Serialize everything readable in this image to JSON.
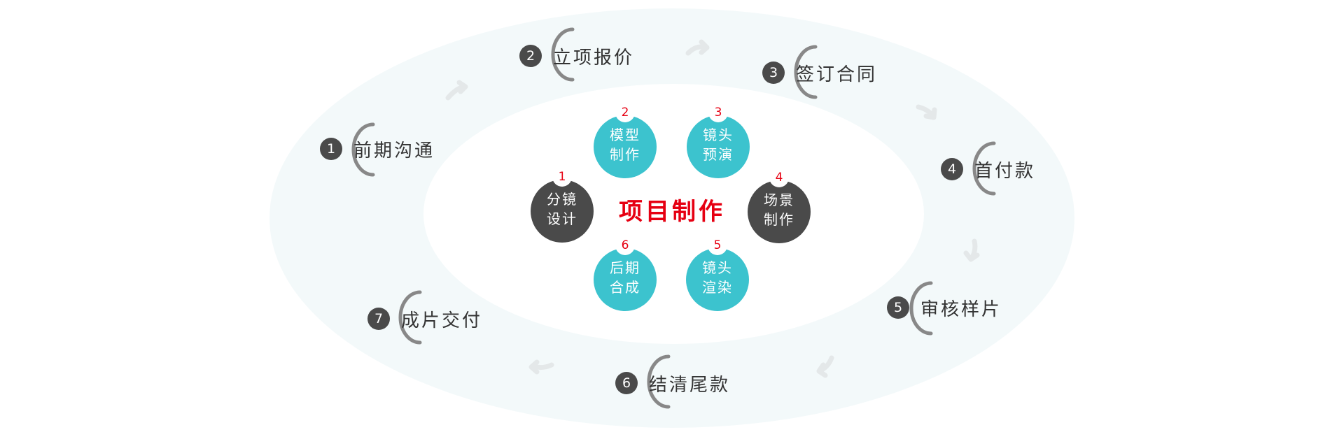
{
  "colors": {
    "accent": "#e60012",
    "teal": "#3cc3ce",
    "dark": "#4a4a4a",
    "ring": "#f3f9fa"
  },
  "center_title": "项目制作",
  "steps": [
    {
      "num": "1",
      "label": "前期沟通"
    },
    {
      "num": "2",
      "label": "立项报价"
    },
    {
      "num": "3",
      "label": "签订合同"
    },
    {
      "num": "4",
      "label": "首付款"
    },
    {
      "num": "5",
      "label": "审核样片"
    },
    {
      "num": "6",
      "label": "结清尾款"
    },
    {
      "num": "7",
      "label": "成片交付"
    }
  ],
  "tasks": [
    {
      "num": "1",
      "label": "分镜\n设计",
      "color": "dark"
    },
    {
      "num": "2",
      "label": "模型\n制作",
      "color": "teal"
    },
    {
      "num": "3",
      "label": "镜头\n预演",
      "color": "teal"
    },
    {
      "num": "4",
      "label": "场景\n制作",
      "color": "dark"
    },
    {
      "num": "5",
      "label": "镜头\n渲染",
      "color": "teal"
    },
    {
      "num": "6",
      "label": "后期\n合成",
      "color": "teal"
    }
  ]
}
